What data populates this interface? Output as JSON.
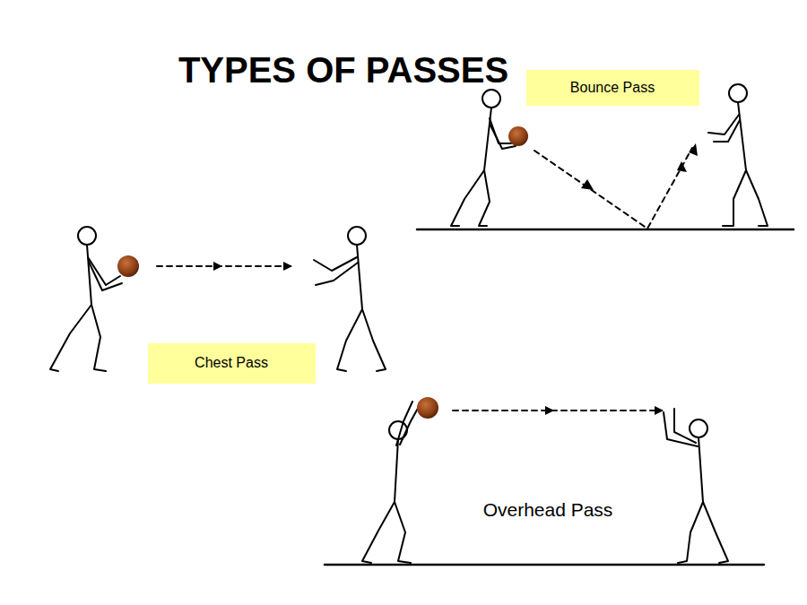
{
  "diagram": {
    "title": "TYPES OF PASSES",
    "nodes": [
      {
        "text": [
          "Bounce Pass"
        ]
      },
      {
        "text": [
          "Chest Pass"
        ]
      }
    ],
    "labels": [
      "Overhead Pass"
    ]
  }
}
